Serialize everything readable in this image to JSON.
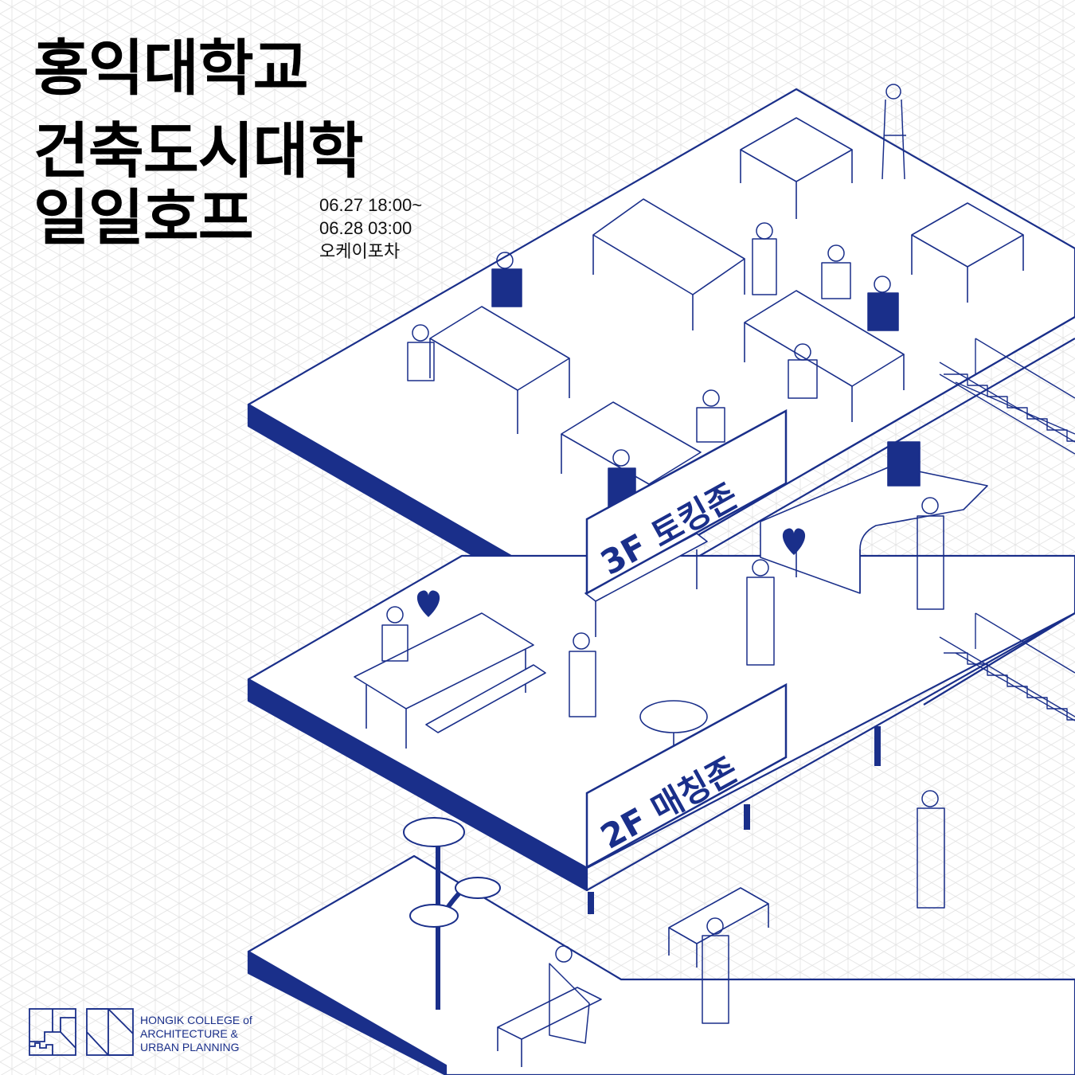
{
  "poster": {
    "title_lines": [
      "홍익대학교",
      "건축도시대학",
      "일일호프"
    ],
    "event": {
      "date_start": "06.27 18:00~",
      "date_end": "06.28 03:00",
      "venue": "오케이포차"
    },
    "zones": {
      "floor3": "3F 토킹존",
      "floor2": "2F 매칭존"
    },
    "organization": {
      "lines": [
        "HONGIK COLLEGE of",
        "ARCHITECTURE &",
        "URBAN PLANNING"
      ]
    }
  },
  "colors": {
    "accent_blue": "#1a2f8a",
    "grid_line": "#dcdcdc",
    "ink": "#000000",
    "background": "#ffffff"
  },
  "icons": [
    "heart-icon",
    "heart-icon",
    "heart-icon"
  ]
}
